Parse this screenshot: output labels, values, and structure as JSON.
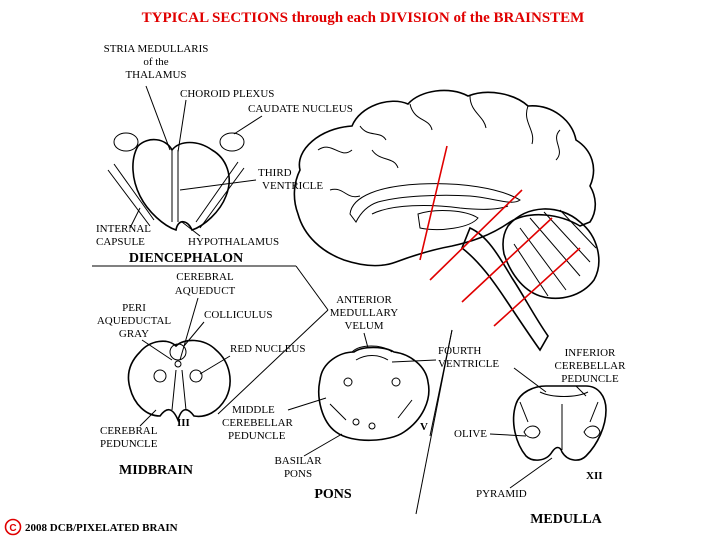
{
  "title": "TYPICAL SECTIONS through each DIVISION of the BRAINSTEM",
  "colors": {
    "title": "#e00000",
    "cut_lines": "#e00000",
    "ink": "#000000"
  },
  "diencephalon": {
    "heading": "DIENCEPHALON",
    "labels": {
      "stria_1": "STRIA MEDULLARIS",
      "stria_2": "of the",
      "stria_3": "THALAMUS",
      "choroid": "CHOROID PLEXUS",
      "caudate": "CAUDATE NUCLEUS",
      "third_1": "THIRD",
      "third_2": "VENTRICLE",
      "internal_1": "INTERNAL",
      "internal_2": "CAPSULE",
      "hypothalamus": "HYPOTHALAMUS"
    }
  },
  "midbrain": {
    "heading": "MIDBRAIN",
    "labels": {
      "aqueduct_1": "CEREBRAL",
      "aqueduct_2": "AQUEDUCT",
      "peri_1": "PERI",
      "peri_2": "AQUEDUCTAL",
      "peri_3": "GRAY",
      "colliculus": "COLLICULUS",
      "red_nucleus": "RED NUCLEUS",
      "peduncle_1": "CEREBRAL",
      "peduncle_2": "PEDUNCLE",
      "nerve": "III"
    }
  },
  "pons": {
    "heading": "PONS",
    "labels": {
      "velum_1": "ANTERIOR",
      "velum_2": "MEDULLARY",
      "velum_3": "VELUM",
      "fourth_1": "FOURTH",
      "fourth_2": "VENTRICLE",
      "mcp_1": "MIDDLE",
      "mcp_2": "CEREBELLAR",
      "mcp_3": "PEDUNCLE",
      "basilar_1": "BASILAR",
      "basilar_2": "PONS",
      "nerve": "V"
    }
  },
  "medulla": {
    "heading": "MEDULLA",
    "labels": {
      "icp_1": "INFERIOR",
      "icp_2": "CEREBELLAR",
      "icp_3": "PEDUNCLE",
      "olive": "OLIVE",
      "pyramid": "PYRAMID",
      "nerve": "XII"
    }
  },
  "copyright": {
    "symbol": "C",
    "text": "2008  DCB/PIXELATED BRAIN"
  },
  "brain_sagittal": {
    "section_cut_lines": 4
  }
}
